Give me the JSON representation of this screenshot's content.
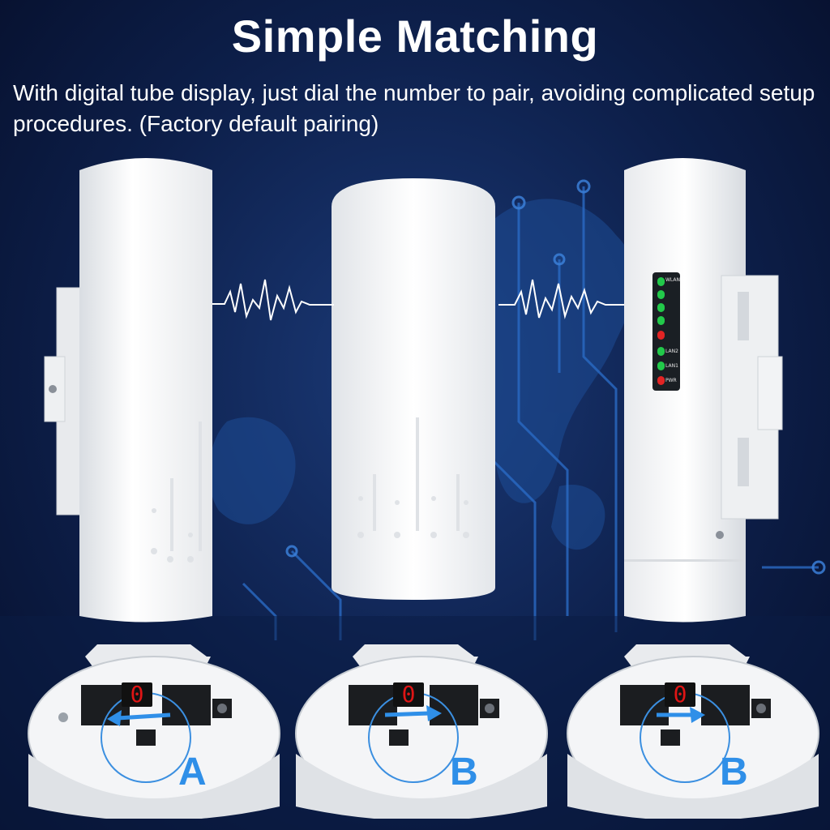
{
  "header": {
    "title": "Simple Matching",
    "description": "With digital tube display, just dial the number to pair, avoiding complicated setup procedures. (Factory default pairing)"
  },
  "devices": [
    {
      "id": "left",
      "pair_label": "A",
      "digit": "0"
    },
    {
      "id": "middle",
      "pair_label": "B",
      "digit": "0"
    },
    {
      "id": "right",
      "pair_label": "B",
      "digit": "0"
    }
  ],
  "led_panel": {
    "labels": [
      "WLAN",
      "LAN2",
      "LAN1",
      "PWR"
    ]
  },
  "colors": {
    "accent": "#2f8fe8",
    "background": "#0d1f4a",
    "led_green": "#22c94a",
    "led_red": "#e22424"
  }
}
